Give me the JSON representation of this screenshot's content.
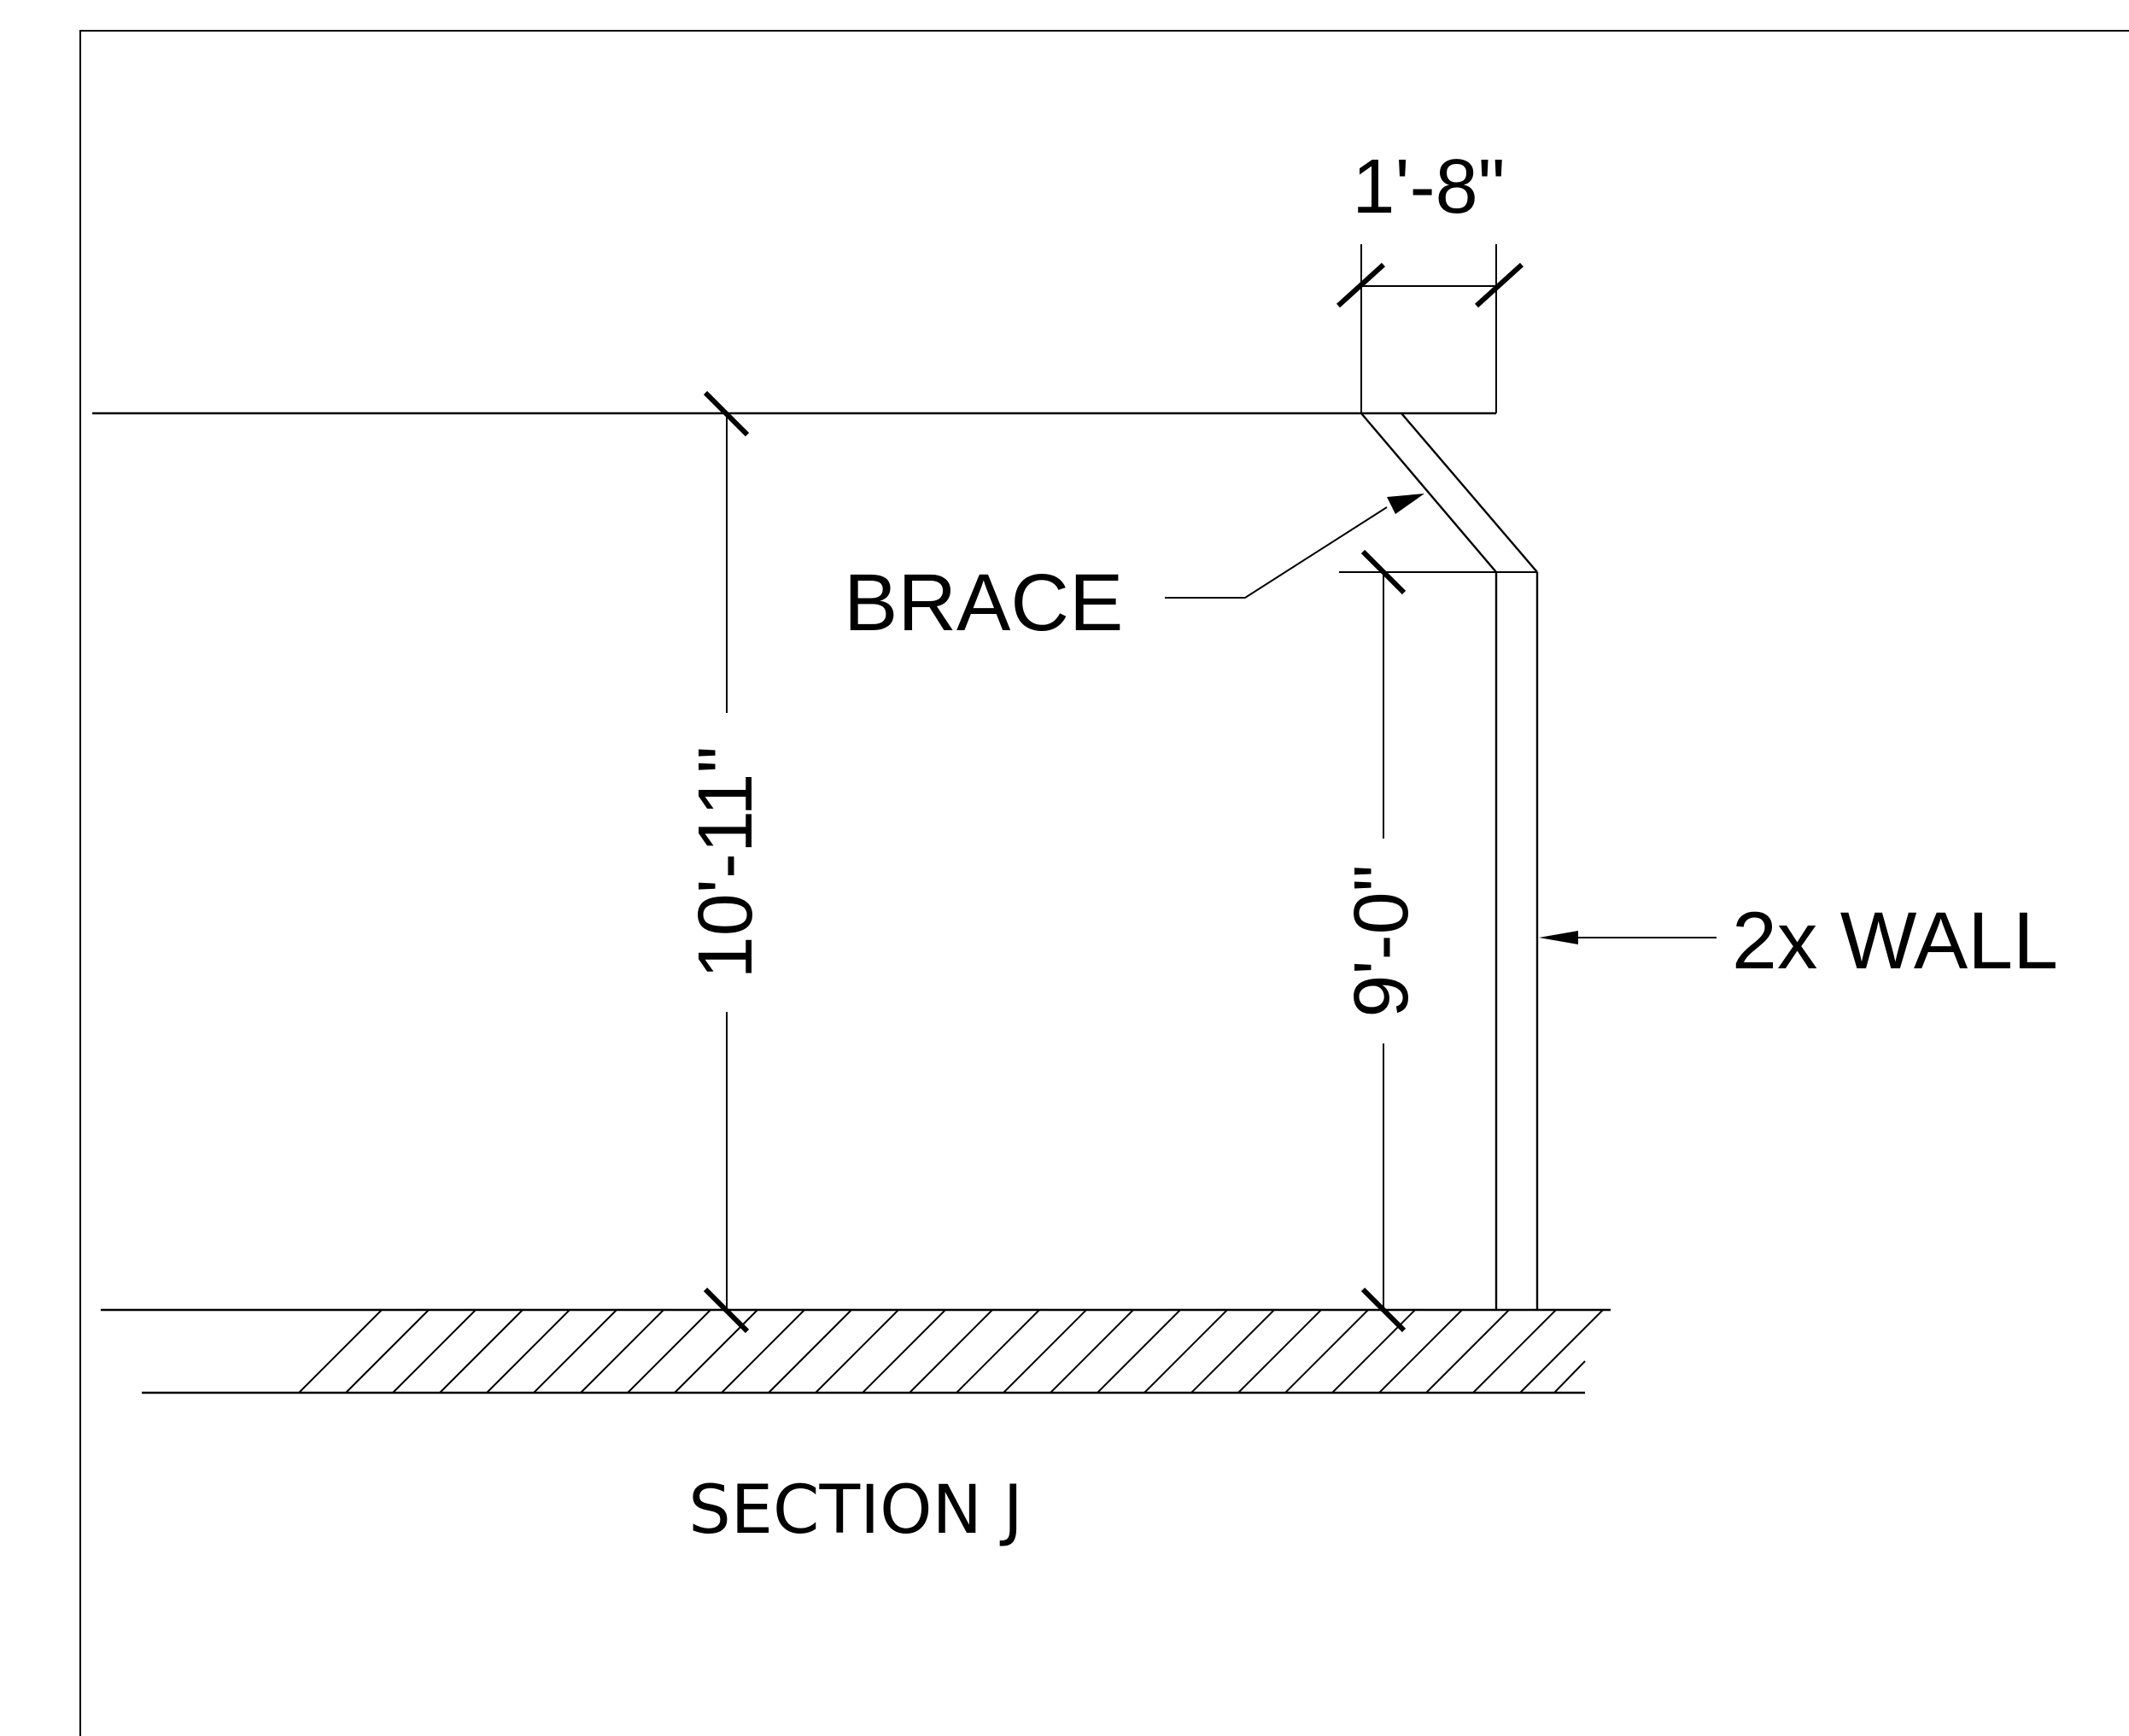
{
  "dimensions": {
    "top_width": "1'-8\"",
    "overall_height": "10'-11\"",
    "wall_height": "9'-0\""
  },
  "callouts": {
    "brace": "BRACE",
    "wall": "2x WALL"
  },
  "title": "SECTION J"
}
